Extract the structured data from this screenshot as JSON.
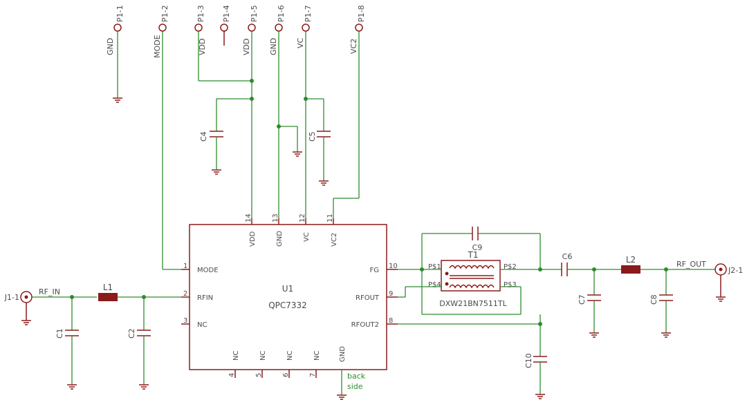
{
  "connectors": {
    "top": [
      {
        "ref": "P1-1",
        "net": "GND"
      },
      {
        "ref": "P1-2",
        "net": "MODE"
      },
      {
        "ref": "P1-3",
        "net": "VDD"
      },
      {
        "ref": "P1-4",
        "net": ""
      },
      {
        "ref": "P1-5",
        "net": "VDD"
      },
      {
        "ref": "P1-6",
        "net": "GND"
      },
      {
        "ref": "P1-7",
        "net": "VC"
      },
      {
        "ref": "P1-8",
        "net": "VC2"
      }
    ],
    "rf_in": {
      "ref": "J1-1",
      "net": "RF_IN"
    },
    "rf_out": {
      "ref": "J2-1",
      "net": "RF_OUT"
    }
  },
  "ic": {
    "ref": "U1",
    "value": "QPC7332",
    "left_pins": [
      {
        "num": "1",
        "name": "MODE"
      },
      {
        "num": "2",
        "name": "RFIN"
      },
      {
        "num": "3",
        "name": "NC"
      }
    ],
    "right_pins": [
      {
        "num": "10",
        "name": "FG"
      },
      {
        "num": "9",
        "name": "RFOUT"
      },
      {
        "num": "8",
        "name": "RFOUT2"
      }
    ],
    "top_pins": [
      {
        "num": "14",
        "name": "VDD"
      },
      {
        "num": "13",
        "name": "GND"
      },
      {
        "num": "12",
        "name": "VC"
      },
      {
        "num": "11",
        "name": "VC2"
      }
    ],
    "bottom_pins": [
      {
        "num": "4",
        "name": "NC"
      },
      {
        "num": "5",
        "name": "NC"
      },
      {
        "num": "6",
        "name": "NC"
      },
      {
        "num": "7",
        "name": "NC"
      },
      {
        "num": "",
        "name": "GND"
      }
    ],
    "backside_note": [
      "back",
      "side"
    ]
  },
  "transformer": {
    "ref": "T1",
    "value": "DXW21BN7511TL",
    "pins": [
      "P$1",
      "P$2",
      "P$4",
      "P$3"
    ]
  },
  "passives": {
    "capacitors": [
      "C1",
      "C2",
      "C4",
      "C5",
      "C6",
      "C7",
      "C8",
      "C9",
      "C10"
    ],
    "inductors": [
      "L1",
      "L2"
    ]
  },
  "colors": {
    "wire": "#2e8b2e",
    "part": "#8b1a1a",
    "text": "#4a4a4a",
    "junction": "#2e8b2e"
  }
}
